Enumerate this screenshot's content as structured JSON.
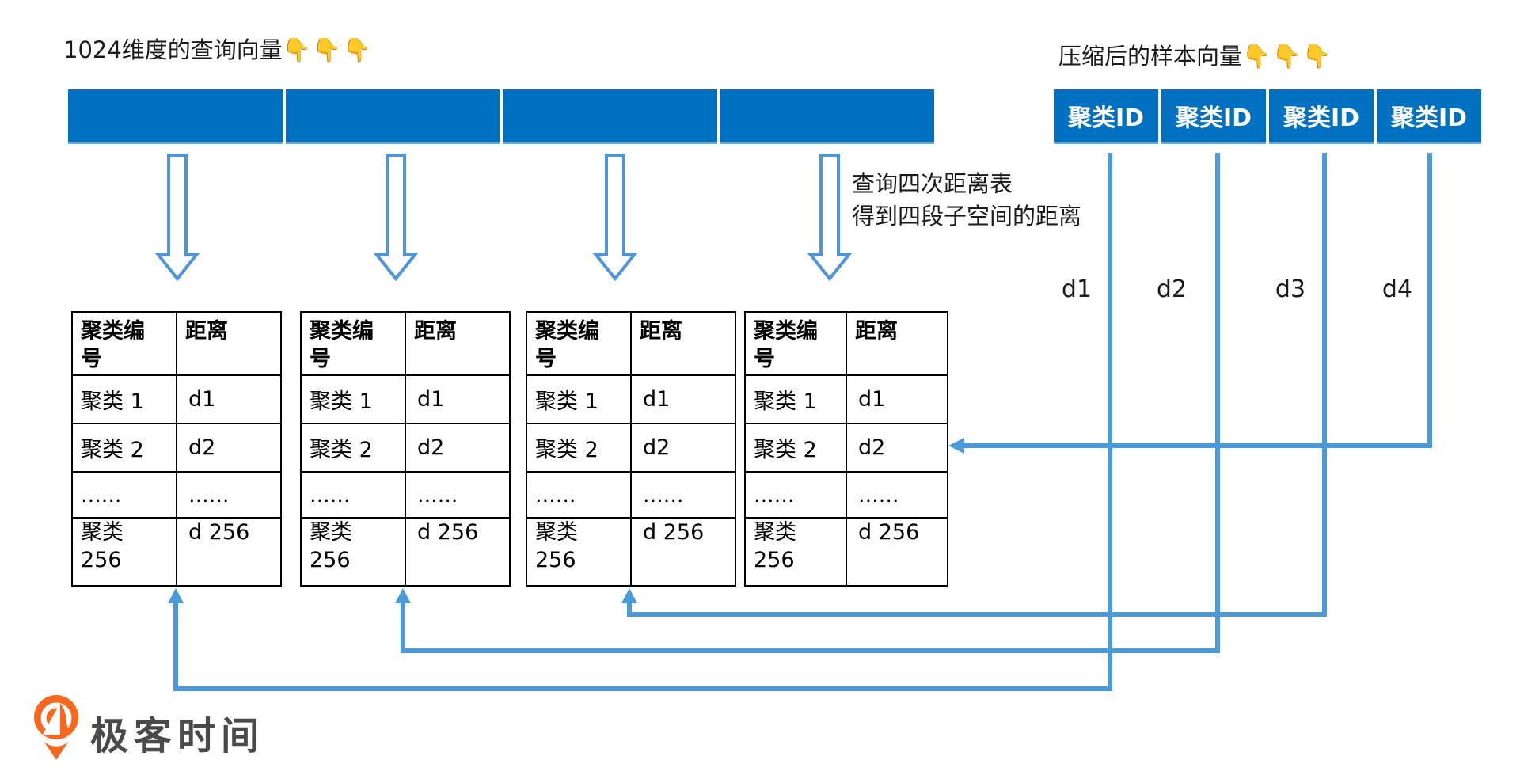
{
  "titles": {
    "query_vector": {
      "text": "1024维度的查询向量",
      "emoji": "👇👇👇"
    },
    "sample_vector": {
      "text": "压缩后的样本向量",
      "emoji": "👇👇👇"
    }
  },
  "query_bar": {
    "segment_count": 4
  },
  "cluster_id_bar": {
    "cells": [
      "聚类ID",
      "聚类ID",
      "聚类ID",
      "聚类ID"
    ]
  },
  "annotation": {
    "line1": "查询四次距离表",
    "line2": "得到四段子空间的距离"
  },
  "distance_labels": [
    "d1",
    "d2",
    "d3",
    "d4"
  ],
  "distance_tables": [
    {
      "headers": [
        "聚类编号",
        "距离"
      ],
      "rows": [
        [
          "聚类 1",
          "d1"
        ],
        [
          "聚类 2",
          "d2"
        ],
        [
          "......",
          "......"
        ],
        [
          "聚类 256",
          "d 256"
        ]
      ]
    },
    {
      "headers": [
        "聚类编号",
        "距离"
      ],
      "rows": [
        [
          "聚类 1",
          "d1"
        ],
        [
          "聚类 2",
          "d2"
        ],
        [
          "......",
          "......"
        ],
        [
          "聚类 256",
          "d 256"
        ]
      ]
    },
    {
      "headers": [
        "聚类编号",
        "距离"
      ],
      "rows": [
        [
          "聚类 1",
          "d1"
        ],
        [
          "聚类 2",
          "d2"
        ],
        [
          "......",
          "......"
        ],
        [
          "聚类 256",
          "d 256"
        ]
      ]
    },
    {
      "headers": [
        "聚类编号",
        "距离"
      ],
      "rows": [
        [
          "聚类 1",
          "d1"
        ],
        [
          "聚类 2",
          "d2"
        ],
        [
          "......",
          "......"
        ],
        [
          "聚类 256",
          "d 256"
        ]
      ]
    }
  ],
  "logo": {
    "icon": "geektime-pin-icon",
    "text": "极客时间"
  },
  "colors": {
    "bar_blue": "#0070C0",
    "bar_edge_blue": "#5FA8DD",
    "connector_blue": "#4A9AD9",
    "block_arrow_outline": "#4E95D9",
    "logo_orange": "#F8671E",
    "logo_text_gray": "#4A4A4A"
  }
}
